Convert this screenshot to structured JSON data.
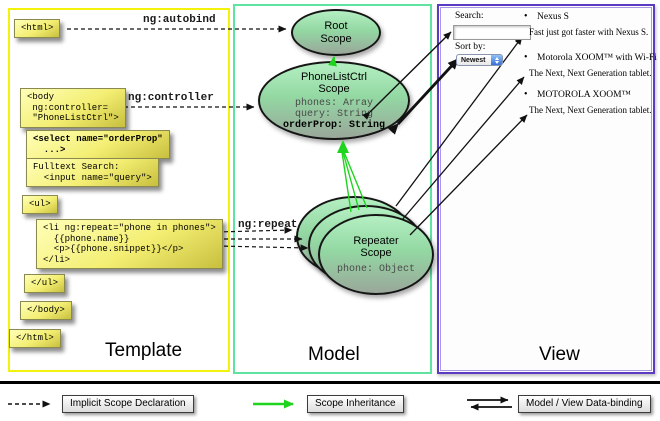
{
  "template_panel": {
    "label": "Template",
    "boxes": {
      "html_open": "<html>",
      "body_open": "<body\n ng:controller=\n \"PhoneListCtrl\">",
      "select_order": "<select name=\"orderProp\"\n  ...>",
      "fulltext": "Fulltext Search:\n  <input name=\"query\">",
      "ul_open": "<ul>",
      "li_repeat": "<li ng:repeat=\"phone in phones\">\n  {{phone.name}}\n  <p>{{phone.snippet}}</p>\n</li>",
      "ul_close": "</ul>",
      "body_close": "</body>",
      "html_close": "</html>"
    }
  },
  "model_panel": {
    "label": "Model",
    "root_scope": {
      "title": "Root\nScope"
    },
    "phonelist_scope": {
      "title": "PhoneListCtrl\nScope",
      "prop_phones": "phones: Array",
      "prop_query": "query: String",
      "prop_orderprop": "orderProp: String"
    },
    "repeater_scope": {
      "title": "Repeater\nScope",
      "prop_phone": "phone: Object"
    }
  },
  "view_panel": {
    "label": "View",
    "search_label": "Search:",
    "sort_label": "Sort by:",
    "sort_value": "Newest",
    "bullet": "•",
    "items": [
      {
        "title": "Nexus S",
        "snippet": "Fast just got faster with Nexus S."
      },
      {
        "title": "Motorola XOOM™ with Wi-Fi",
        "snippet": "The Next, Next Generation tablet."
      },
      {
        "title": "MOTOROLA XOOM™",
        "snippet": "The Next, Next Generation tablet."
      }
    ]
  },
  "connector_labels": {
    "autobind": "ng:autobind",
    "controller": "ng:controller",
    "repeat": "ng:repeat"
  },
  "legend": {
    "implicit": "Implicit Scope Declaration",
    "inheritance": "Scope Inheritance",
    "binding": "Model / View Data-binding"
  },
  "colors": {
    "template_border": "#f2f20c",
    "model_border": "#5fe3a1",
    "view_border": "#5b3ac4",
    "scope_green_top": "#b4efc2",
    "scope_gray_bottom": "#9aa79a",
    "inheritance_arrow": "#1fd41f",
    "code_box_yellow": "#f3ee72",
    "dropdown_stepper_blue": "#3a6fd8"
  }
}
